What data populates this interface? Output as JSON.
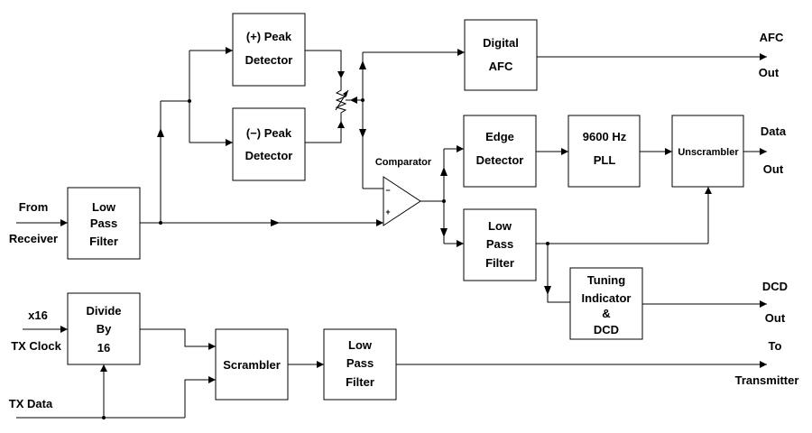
{
  "inputs": {
    "from": "From",
    "receiver": "Receiver",
    "x16": "x16",
    "tx_clock": "TX Clock",
    "tx_data": "TX Data"
  },
  "outputs": {
    "afc": "AFC",
    "afc_out": "Out",
    "data": "Data",
    "data_out": "Out",
    "dcd": "DCD",
    "dcd_out": "Out",
    "to": "To",
    "transmitter": "Transmitter"
  },
  "blocks": {
    "rx_lpf": [
      "Low",
      "Pass",
      "Filter"
    ],
    "pos_peak": [
      "(+) Peak",
      "Detector"
    ],
    "neg_peak": [
      "(−) Peak",
      "Detector"
    ],
    "digital_afc": [
      "Digital",
      "AFC"
    ],
    "edge_detector": [
      "Edge",
      "Detector"
    ],
    "pll": [
      "9600 Hz",
      "PLL"
    ],
    "unscrambler": [
      "Unscrambler"
    ],
    "data_lpf": [
      "Low",
      "Pass",
      "Filter"
    ],
    "tuning": [
      "Tuning",
      "Indicator",
      "&",
      "DCD"
    ],
    "divide": [
      "Divide",
      "By",
      "16"
    ],
    "scrambler": [
      "Scrambler"
    ],
    "tx_lpf": [
      "Low",
      "Pass",
      "Filter"
    ]
  },
  "comparator": {
    "label": "Comparator",
    "minus": "−",
    "plus": "+"
  }
}
